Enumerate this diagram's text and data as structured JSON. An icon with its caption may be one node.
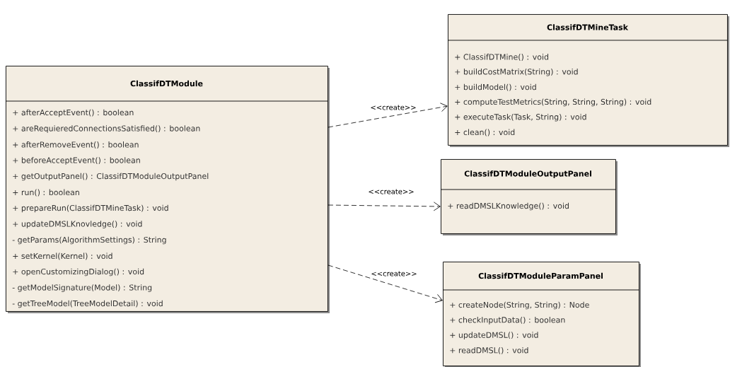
{
  "diagram": {
    "nodes": [
      {
        "text": [
          "ClassifDTModule",
          "+ afterAcceptEvent() : boolean",
          "+ areRequieredConnectionsSatisfied() : boolean",
          "+ afterRemoveEvent() : boolean",
          "+ beforeAcceptEvent() : boolean",
          "+ getOutputPanel() : ClassifDTModuleOutputPanel",
          "+ run() : boolean",
          "+ prepareRun(ClassifDTMineTask) : void",
          "+ updateDMSLKnovledge() : void",
          "- getParams(AlgorithmSettings) : String",
          "+ setKernel(Kernel) : void",
          "+ openCustomizingDialog() : void",
          "- getModelSignature(Model) : String",
          "- getTreeModel(TreeModelDetail) : void"
        ]
      },
      {
        "text": [
          "ClassifDTMineTask",
          "+ ClassifDTMine() : void",
          "+ buildCostMatrix(String) : void",
          "+ buildModel() : void",
          "+ computeTestMetrics(String, String, String) : void",
          "+ executeTask(Task, String) : void",
          "+ clean() : void"
        ]
      },
      {
        "text": [
          "ClassifDTModuleOutputPanel",
          "+ readDMSLKnowledge() : void"
        ]
      },
      {
        "text": [
          "ClassifDTModuleParamPanel",
          "+ createNode(String, String) : Node",
          "+ checkInputData() : boolean",
          "+ updateDMSL() : void",
          "+ readDMSL() : void"
        ]
      }
    ],
    "edges": [
      {
        "from": 0,
        "to": 1,
        "arrow": "to",
        "style": "dashed",
        "label": "<<create>>"
      },
      {
        "from": 0,
        "to": 2,
        "arrow": "to",
        "style": "dashed",
        "label": "<<create>>"
      },
      {
        "from": 0,
        "to": 3,
        "arrow": "to",
        "style": "dashed",
        "label": "<<create>>"
      }
    ]
  }
}
